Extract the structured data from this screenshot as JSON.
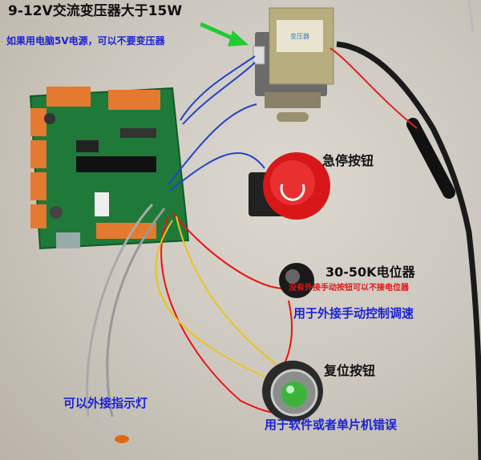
{
  "labels": {
    "transformer_spec": "9-12V交流变压器大于15W",
    "pc_power_note": "如果用电脑5V电源，可以不要变压器",
    "estop": "急停按钮",
    "pot": "30-50K电位器",
    "pot_note": "没有外接手动按钮可以不接电位器",
    "manual_speed": "用于外接手动控制调速",
    "reset": "复位按钮",
    "indicator": "可以外接指示灯",
    "software_error": "用于软件或者单片机错误"
  },
  "colors": {
    "label_black": "#111111",
    "label_blue": "#1a22d6",
    "label_red": "#e01515",
    "arrow": "#22cc33",
    "pcb": "#1f7a3a"
  },
  "icons": {
    "arrow": "green-arrow-icon"
  }
}
